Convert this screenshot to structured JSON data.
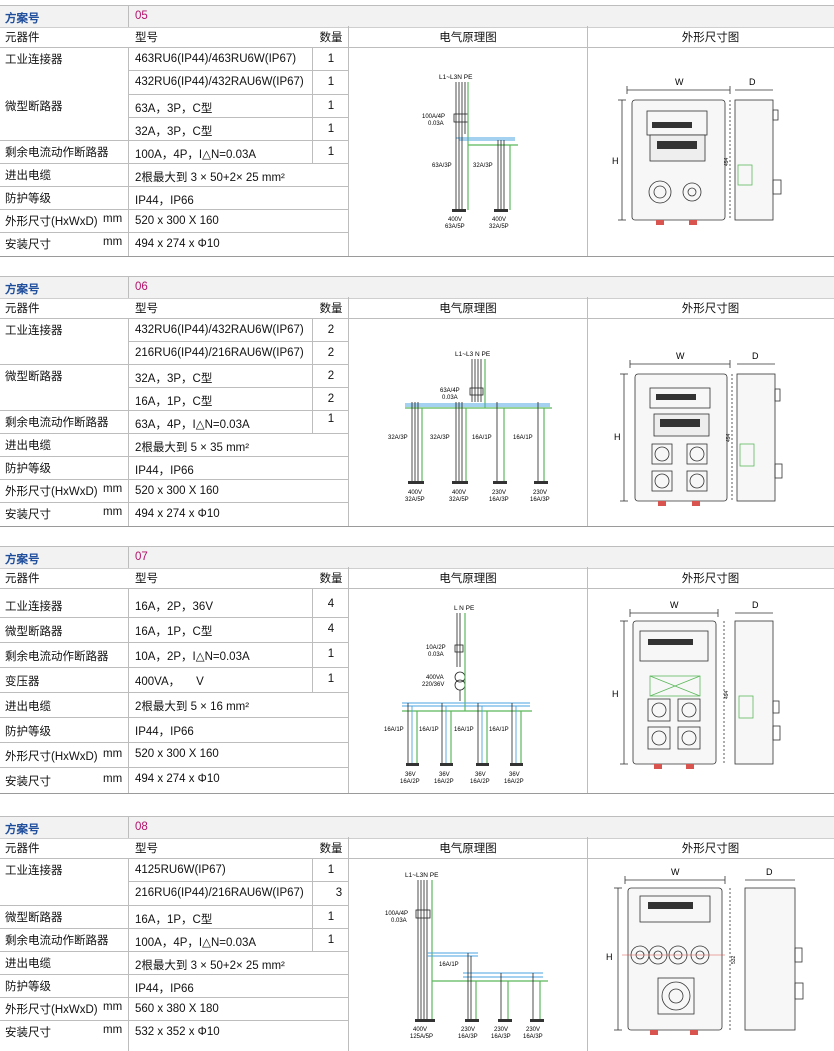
{
  "headers": {
    "scheme_key": "方案号",
    "component": "元器件",
    "model": "型号",
    "qty": "数量",
    "electrical": "电气原理图",
    "dimension": "外形尺寸图"
  },
  "labels": {
    "industrial_connector": "工业连接器",
    "mcb": "微型断路器",
    "rcbo": "剩余电流动作断路器",
    "transformer": "变压器",
    "inlet_cable": "进出电缆",
    "protection": "防护等级",
    "outline": "外形尺寸(HxWxD)",
    "outline_unit": "mm",
    "mount": "安装尺寸",
    "mount_unit": "mm"
  },
  "schemes": [
    {
      "no": "05",
      "connector_rows": [
        {
          "model": "463RU6(IP44)/463RU6W(IP67)",
          "qty": "1"
        },
        {
          "model": "432RU6(IP44)/432RAU6W(IP67)",
          "qty": "1"
        }
      ],
      "mcb_rows": [
        {
          "model": "63A，3P，C型",
          "qty": "1"
        },
        {
          "model": "32A，3P，C型",
          "qty": "1"
        }
      ],
      "rcbo": {
        "model": "100A，4P，I△N=0.03A",
        "qty": "1"
      },
      "cable": "2根最大到 3 × 50+2× 25 mm²",
      "protection": "IP44，IP66",
      "outline": "520 x 300 X 160",
      "mount": "494 x 274 x Φ10",
      "diagram": {
        "supply": "L1~L3N PE",
        "main": "100A/4P\n0.03A",
        "branches": [
          {
            "breaker": "63A/3P",
            "out_v": "400V",
            "out_a": "63A/5P"
          },
          {
            "breaker": "32A/3P",
            "out_v": "400V",
            "out_a": "32A/5P"
          }
        ]
      },
      "dims": {
        "w": "W",
        "d": "D",
        "h": "H",
        "side": "494"
      }
    },
    {
      "no": "06",
      "connector_rows": [
        {
          "model": "432RU6(IP44)/432RAU6W(IP67)",
          "qty": "2"
        },
        {
          "model": "216RU6(IP44)/216RAU6W(IP67)",
          "qty": "2"
        }
      ],
      "mcb_rows": [
        {
          "model": "32A，3P，C型",
          "qty": "2"
        },
        {
          "model": "16A，1P，C型",
          "qty": "2"
        }
      ],
      "rcbo": {
        "model": "63A，4P，I△N=0.03A",
        "qty": "1"
      },
      "cable": "2根最大到 5 × 35 mm²",
      "protection": "IP44，IP66",
      "outline": "520 x 300 X 160",
      "mount": "494 x 274 x Φ10",
      "diagram": {
        "supply": "L1~L3 N PE",
        "main": "63A/4P\n0.03A",
        "branches": [
          {
            "breaker": "32A/3P",
            "out_v": "400V",
            "out_a": "32A/5P"
          },
          {
            "breaker": "32A/3P",
            "out_v": "400V",
            "out_a": "32A/5P"
          },
          {
            "breaker": "16A/1P",
            "out_v": "230V",
            "out_a": "16A/3P"
          },
          {
            "breaker": "16A/1P",
            "out_v": "230V",
            "out_a": "16A/3P"
          }
        ]
      },
      "dims": {
        "w": "W",
        "d": "D",
        "h": "H",
        "side": "494"
      }
    },
    {
      "no": "07",
      "connector_row": {
        "model": "16A，2P，36V",
        "qty": "4"
      },
      "mcb_row": {
        "model": "16A，1P，C型",
        "qty": "4"
      },
      "rcbo": {
        "model": "10A，2P，I△N=0.03A",
        "qty": "1"
      },
      "transformer": {
        "model": "400VA，     V",
        "qty": "1"
      },
      "cable": "2根最大到 5 × 16 mm²",
      "protection": "IP44，IP66",
      "outline": "520 x 300 X 160",
      "mount": "494 x 274 x Φ10",
      "diagram": {
        "supply": "L N PE",
        "main": "10A/2P\n0.03A",
        "transformer": "400VA\n220/36V",
        "branches": [
          {
            "breaker": "16A/1P",
            "out_v": "36V",
            "out_a": "16A/2P"
          },
          {
            "breaker": "16A/1P",
            "out_v": "36V",
            "out_a": "16A/2P"
          },
          {
            "breaker": "16A/1P",
            "out_v": "36V",
            "out_a": "16A/2P"
          },
          {
            "breaker": "16A/1P",
            "out_v": "36V",
            "out_a": "16A/2P"
          }
        ]
      },
      "dims": {
        "w": "W",
        "d": "D",
        "h": "H",
        "side": "494"
      }
    },
    {
      "no": "08",
      "connector_rows": [
        {
          "model": "4125RU6W(IP67)",
          "qty": "1"
        },
        {
          "model": "216RU6(IP44)/216RAU6W(IP67)",
          "qty": "3"
        }
      ],
      "mcb_row": {
        "model": "16A，1P，C型",
        "qty": "1"
      },
      "rcbo": {
        "model": "100A，4P，I△N=0.03A",
        "qty": "1"
      },
      "cable": "2根最大到 3 × 50+2× 25 mm²",
      "protection": "IP44，IP66",
      "outline": "560 x 380 X 180",
      "mount": "532 x 352 x Φ10",
      "diagram": {
        "supply": "L1~L3N PE",
        "main": "100A/4P\n0.03A",
        "branch_breaker": "16A/1P",
        "outputs": [
          {
            "v": "400V",
            "a": "125A/5P"
          },
          {
            "v": "230V",
            "a": "16A/3P"
          },
          {
            "v": "230V",
            "a": "16A/3P"
          },
          {
            "v": "230V",
            "a": "16A/3P"
          }
        ]
      },
      "dims": {
        "w": "W",
        "d": "D",
        "h": "H",
        "side": "532"
      }
    }
  ],
  "colors": {
    "scheme_key": "#1f4e9c",
    "scheme_no": "#b3126a",
    "wire_blue": "#4aa3df",
    "wire_green": "#5cb85c",
    "accent_red": "#d9534f"
  }
}
